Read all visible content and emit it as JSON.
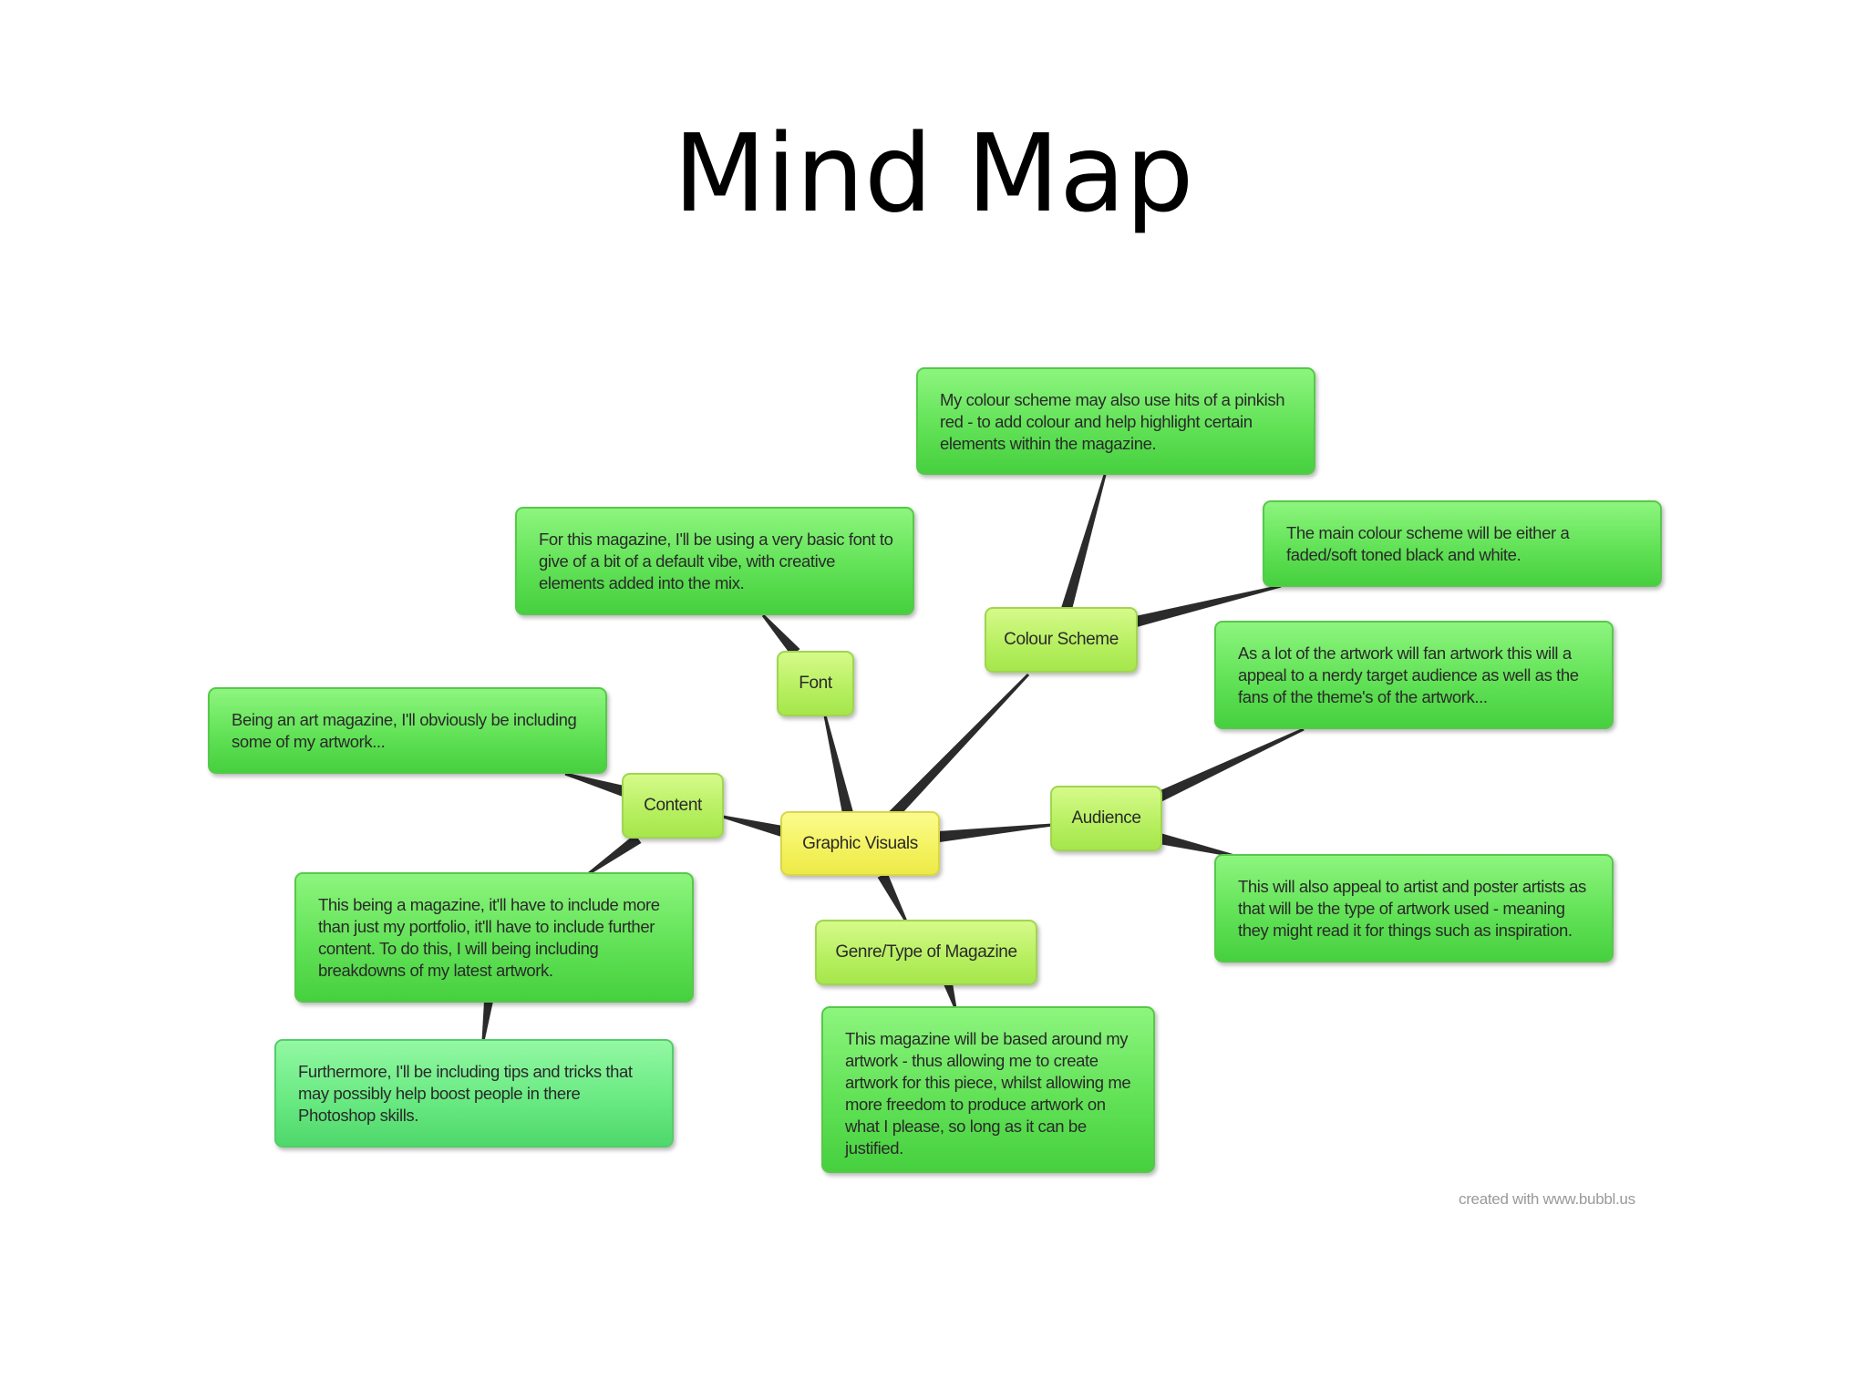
{
  "title": "Mind Map",
  "credit": "created with www.bubbl.us",
  "colors": {
    "leaf": "#62e257",
    "topic": "#b6ef5f",
    "central": "#f4f25d",
    "connector": "#2b2b2b"
  },
  "central": {
    "label": "Graphic Visuals"
  },
  "topics": {
    "font": "Font",
    "colour_scheme": "Colour Scheme",
    "content": "Content",
    "audience": "Audience",
    "genre": "Genre/Type of Magazine"
  },
  "notes": {
    "font": "For this magazine, I'll be using a very basic font to give of a bit of a default vibe, with creative elements added into the mix.",
    "colour_pinkish": "My colour scheme may also use hits of a pinkish red - to add colour and help highlight certain elements within the magazine.",
    "colour_main": "The main colour scheme will be either a faded/soft toned black and white.",
    "content_art": "Being an art magazine, I'll obviously be including some of my artwork...",
    "content_more": "This being a magazine, it'll have to include more than just my portfolio, it'll have to include further content. To do this, I will being including breakdowns of my latest artwork.",
    "content_tips": "Furthermore, I'll be including tips and tricks that may possibly help boost people in there Photoshop skills.",
    "audience_fan": "As a lot of the artwork will fan artwork this will a appeal to a nerdy target audience as well as the fans of the theme's of the artwork...",
    "audience_artists": "This will also appeal to artist and poster artists as that will be the type of artwork used - meaning they might read it for things such as inspiration.",
    "genre_based": "This magazine will be based around my artwork - thus allowing me to create artwork for this piece, whilst allowing me more freedom to produce artwork on what I please, so long as it can be justified."
  }
}
